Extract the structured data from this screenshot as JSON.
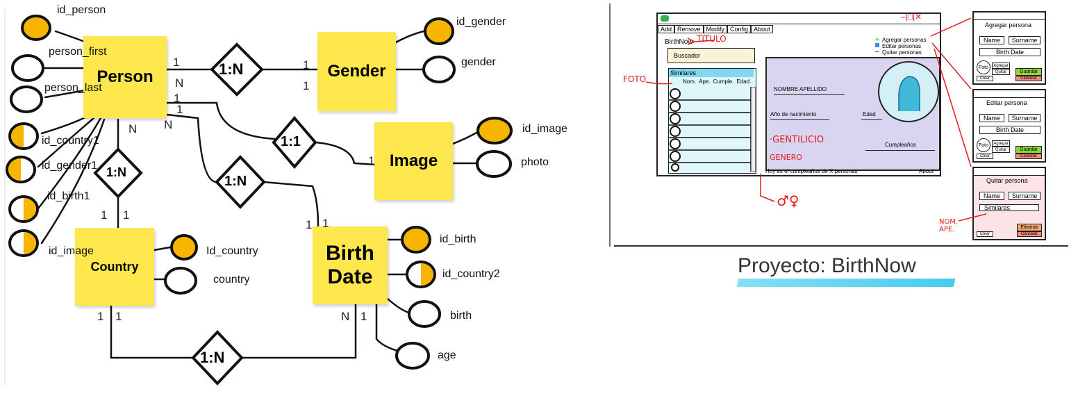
{
  "er": {
    "entities": {
      "person": "Person",
      "gender": "Gender",
      "image": "Image",
      "country": "Country",
      "birth": "Birth Date"
    },
    "attributes": {
      "id_person": "id_person",
      "person_first": "person_first",
      "person_last": "person_last",
      "id_country1": "id_country1",
      "id_gender1": "id_gender1",
      "id_birth1": "id_birth1",
      "id_image_fk": "id_image",
      "id_gender": "id_gender",
      "gender": "gender",
      "id_image": "id_image",
      "photo": "photo",
      "id_country": "Id_country",
      "country": "country",
      "id_birth": "id_birth",
      "id_country2": "id_country2",
      "birth": "birth",
      "age": "age"
    },
    "relationships": {
      "person_gender": "1:N",
      "person_image": "1:1",
      "person_country": "1:N",
      "person_birth": "1:N",
      "country_birth": "1:N"
    },
    "cardinalities": {
      "pg_left": "1",
      "pg_left2": "N",
      "pg_right": "1",
      "pg_right2": "1",
      "pi_left": "1",
      "pi_left2": "1",
      "pi_right": "1",
      "pc_top": "N",
      "pc_bot1": "1",
      "pc_bot2": "1",
      "pb_top": "N",
      "pb_bot1": "1",
      "pb_bot2": "1",
      "cb_left1": "1",
      "cb_left2": "1",
      "cb_right1": "N",
      "cb_right2": "1"
    },
    "colors": {
      "note": "#fde74c",
      "key_fill": "#f7b500",
      "outline": "#111111"
    }
  },
  "mockup": {
    "menu": [
      "Add",
      "Remove",
      "Modify",
      "Config",
      "About"
    ],
    "app_title": "BirthNow",
    "app_title_note": "TITULO",
    "search_placeholder": "Buscador",
    "list_header": "Similares",
    "columns": [
      "Nom.",
      "Ape.",
      "Cumple.",
      "Edad."
    ],
    "photo_note": "FOTO",
    "actions": [
      "Agregar personas",
      "Editar personas",
      "Quitar personas"
    ],
    "detail": {
      "name_label": "NOMBRE   APELLIDO",
      "birth_year_label": "Año de nacimiento",
      "age_label": "Edad",
      "birthday_label": "Cumpleaños",
      "demonym_note": "·GENTILICIO",
      "gender_note": "GENERO"
    },
    "status_bar": "Hoy es el cumpleaños de  X personas",
    "status_about": "About",
    "gender_symbols": "♂♀",
    "window_controls": "–|□|✕",
    "dialogs": {
      "add": {
        "title": "Agregar persona",
        "name": "Name",
        "surname": "Surname",
        "birth": "Birth Date",
        "photo": "Foto",
        "add_btn": "Agregar",
        "remove_btn": "Quitar",
        "save": "Guardar",
        "clear": "Clear",
        "cancel": "Cancelar"
      },
      "edit": {
        "title": "Editar  persona",
        "name": "Name",
        "surname": "Surname",
        "birth": "Birth Date",
        "photo": "Foto",
        "add_btn": "Agregar",
        "remove_btn": "Quitar",
        "save": "Guardar",
        "clear": "Clear",
        "cancel": "Cancelar"
      },
      "remove": {
        "title": "Quitar   persona",
        "name": "Name",
        "surname": "Surname",
        "similar": "Similares",
        "delete": "Eliminar",
        "clear": "Clear",
        "cancel": "Cancelar",
        "note": "NOM. APE."
      }
    }
  },
  "caption": "Proyecto: BirthNow"
}
